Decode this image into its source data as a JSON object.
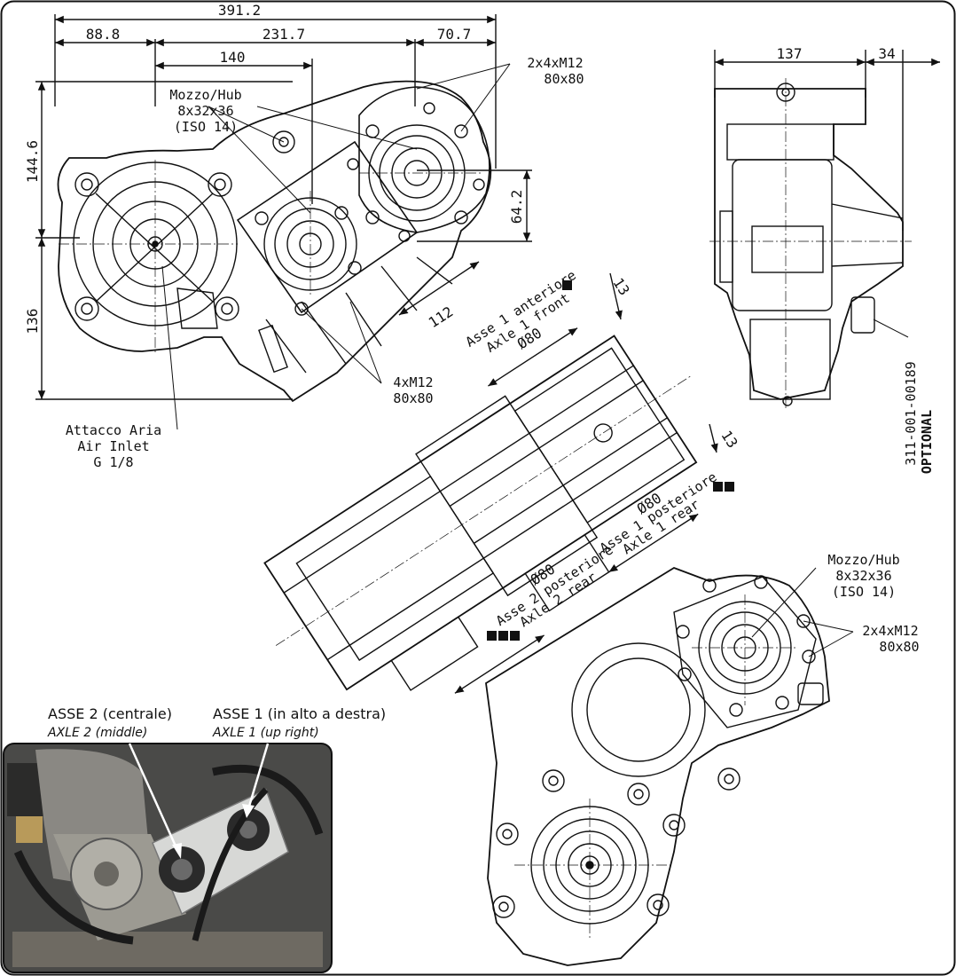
{
  "dimensions": {
    "overall_width": "391.2",
    "left_segment": "88.8",
    "middle_segment": "231.7",
    "right_segment": "70.7",
    "hub_offset": "140",
    "upper_height": "144.6",
    "lower_height": "136",
    "shaft_offset": "64.2",
    "diag_offset": "112",
    "side_width": "137",
    "side_offset": "34",
    "section_top": "13",
    "section_right": "13"
  },
  "labels": {
    "hub_top": [
      "Mozzo/Hub",
      "8x32x36",
      "(ISO 14)"
    ],
    "mount_top": [
      "2x4xM12",
      "80x80"
    ],
    "mount_mid": [
      "4xM12",
      "80x80"
    ],
    "air_inlet": [
      "Attacco Aria",
      "Air Inlet",
      "G 1/8"
    ],
    "axle1_front": [
      "Asse 1 anteriore",
      "Axle 1 front"
    ],
    "axle1_rear": [
      "Asse 1 posteriore",
      "Axle 1 rear"
    ],
    "axle2_rear": [
      "Asse 2 posteriore",
      "Axle 2 rear"
    ],
    "diameter": "Ø80",
    "hub_bottom": [
      "Mozzo/Hub",
      "8x32x36",
      "(ISO 14)"
    ],
    "mount_bottom": [
      "2x4xM12",
      "80x80"
    ],
    "part_code": "311-001-00189",
    "optional": "OPTIONAL"
  },
  "photo": {
    "axle2_title": "ASSE 2 (centrale)",
    "axle2_sub": "AXLE 2 (middle)",
    "axle1_title": "ASSE 1 (in alto a destra)",
    "axle1_sub": "AXLE 1 (up right)"
  },
  "markers": {
    "front": 1,
    "rear1": 2,
    "rear2": 3
  }
}
